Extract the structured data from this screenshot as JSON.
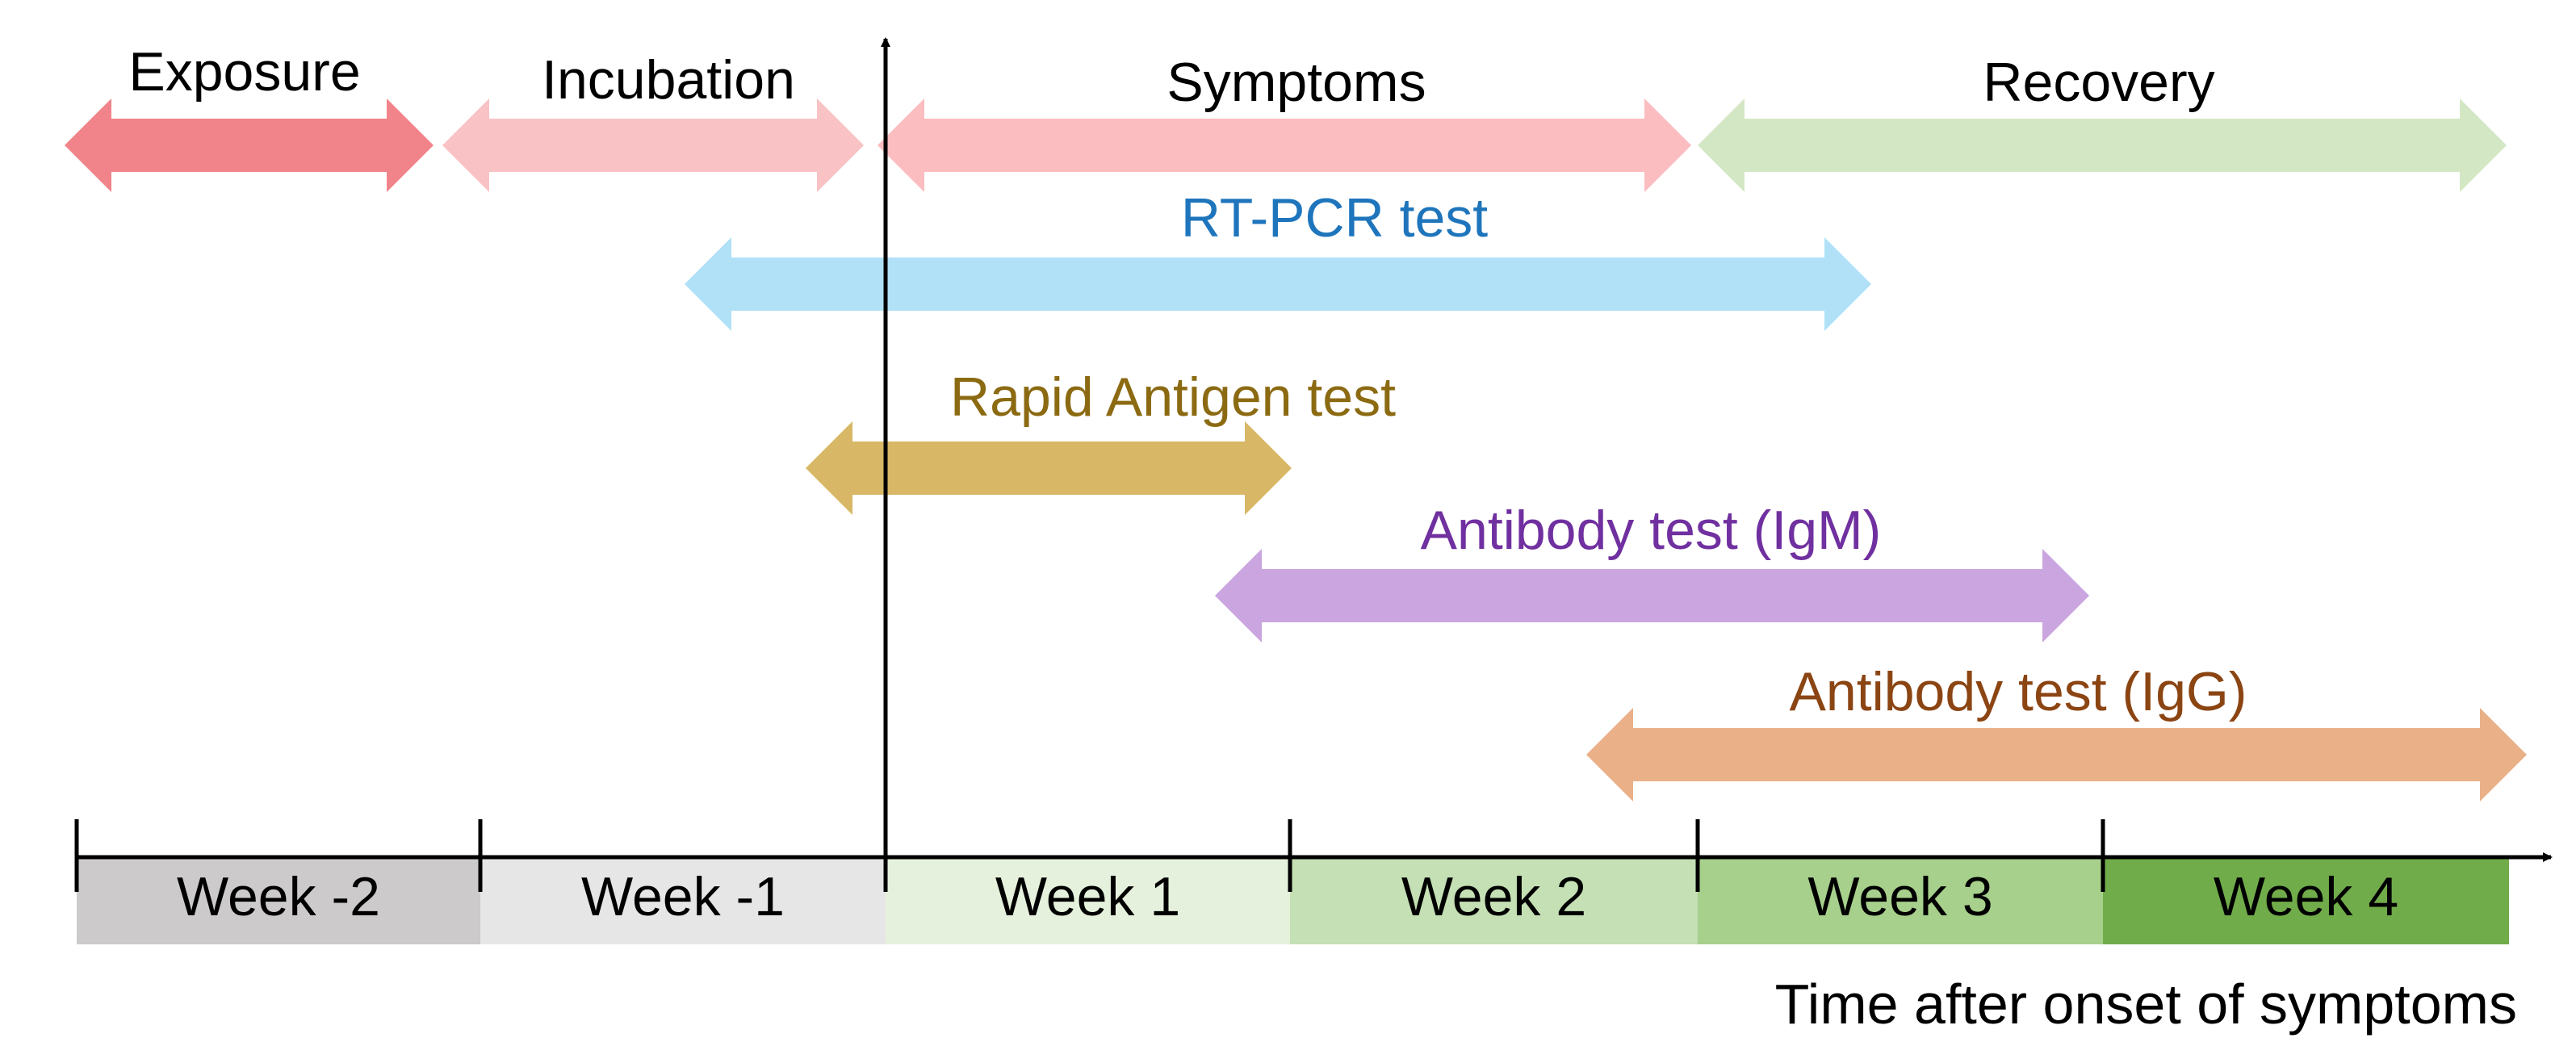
{
  "phases": [
    {
      "id": "exposure",
      "label": "Exposure",
      "color": "#F07D84"
    },
    {
      "id": "incubation",
      "label": "Incubation",
      "color": "#F9BFC2"
    },
    {
      "id": "symptoms",
      "label": "Symptoms",
      "color": "#FBB9BC"
    },
    {
      "id": "recovery",
      "label": "Recovery",
      "color": "#D2E6C2"
    }
  ],
  "tests": [
    {
      "id": "rt-pcr",
      "label": "RT-PCR test",
      "color": "#A7DEF6",
      "text_color": "#1E75BC"
    },
    {
      "id": "rapid-antigen",
      "label": "Rapid Antigen test",
      "color": "#D4B055",
      "text_color": "#8B6A12"
    },
    {
      "id": "antibody-igm",
      "label": "Antibody test (IgM)",
      "color": "#C49BDB",
      "text_color": "#7030A0"
    },
    {
      "id": "antibody-igg",
      "label": "Antibody test (IgG)",
      "color": "#E8A87C",
      "text_color": "#8B4513"
    }
  ],
  "weeks": [
    {
      "label": "Week -2",
      "color": "#CCCACB"
    },
    {
      "label": "Week -1",
      "color": "#E6E6E6"
    },
    {
      "label": "Week 1",
      "color": "#E5F1DC"
    },
    {
      "label": "Week 2",
      "color": "#C4E0B4"
    },
    {
      "label": "Week 3",
      "color": "#A7D08C"
    },
    {
      "label": "Week 4",
      "color": "#71AC4A"
    }
  ],
  "axis_label": "Time after onset of symptoms"
}
